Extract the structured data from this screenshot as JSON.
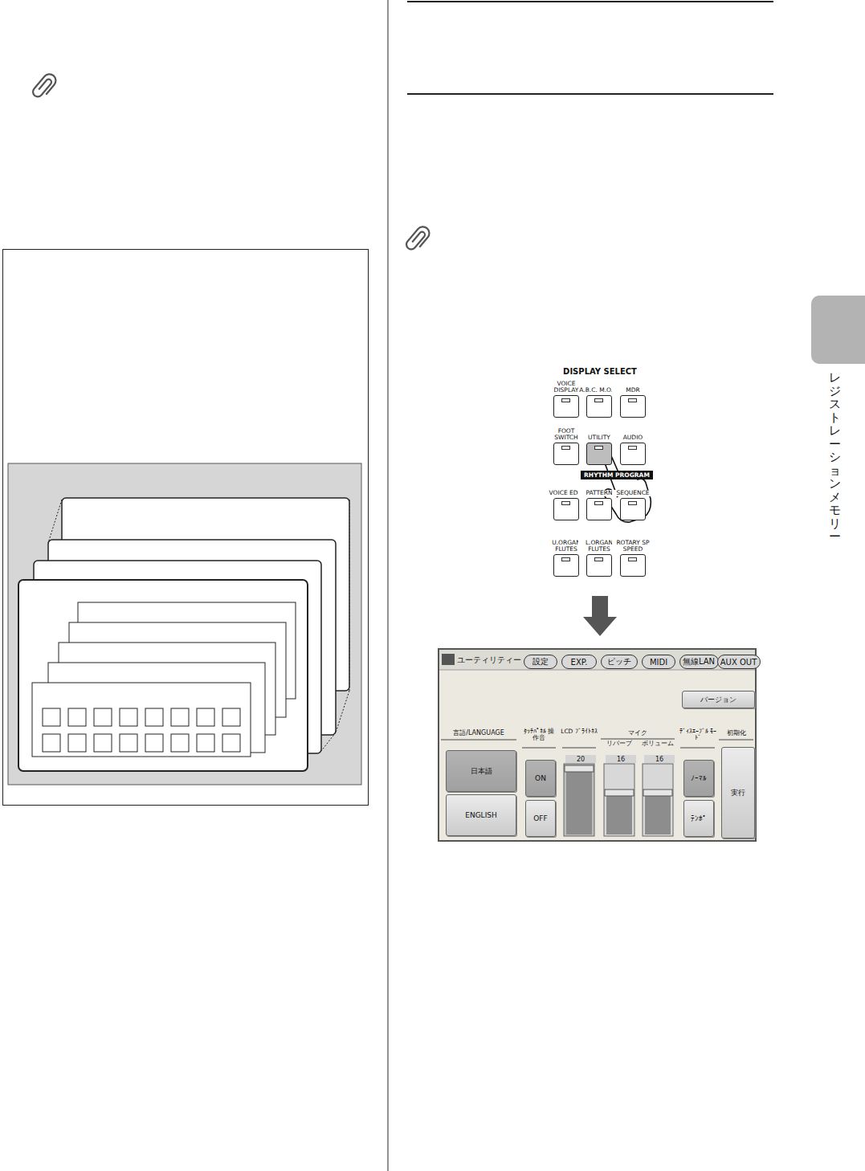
{
  "diagram": {
    "nodes": [
      {
        "text": [
          "VOICE DISPLAY"
        ]
      },
      {
        "text": [
          "A.B.C. M.O.C."
        ]
      },
      {
        "text": [
          "MDR"
        ]
      },
      {
        "text": [
          "FOOT SWITCH"
        ]
      },
      {
        "text": [
          "UTILITY"
        ]
      },
      {
        "text": [
          "AUDIO"
        ]
      },
      {
        "text": [
          "RHYTHM PROGRAM"
        ]
      },
      {
        "text": [
          "VOICE EDIT"
        ]
      },
      {
        "text": [
          "PATTERN"
        ]
      },
      {
        "text": [
          "SEQUENCE"
        ]
      },
      {
        "text": [
          "U.ORGAN FLUTES"
        ]
      },
      {
        "text": [
          "L.ORGAN FLUTES"
        ]
      },
      {
        "text": [
          "ROTARY SP SPEED"
        ]
      },
      {
        "text": [
          "ユーティリティー"
        ]
      },
      {
        "text": [
          "設定"
        ],
        "in": 13
      },
      {
        "text": [
          "EXP."
        ],
        "in": 13
      },
      {
        "text": [
          "ピッチ"
        ],
        "in": 13
      },
      {
        "text": [
          "MIDI"
        ],
        "in": 13
      },
      {
        "text": [
          "無線LAN"
        ],
        "in": 13
      },
      {
        "text": [
          "AUX OUT"
        ],
        "in": 13
      },
      {
        "text": [
          "バージョン"
        ],
        "in": 13
      },
      {
        "text": [
          "日本語"
        ],
        "in": 13
      },
      {
        "text": [
          "ENGLISH"
        ],
        "in": 13
      },
      {
        "text": [
          "ON"
        ],
        "in": 13
      },
      {
        "text": [
          "OFF"
        ],
        "in": 13
      },
      {
        "text": [
          "20"
        ],
        "in": 13
      },
      {
        "text": [
          "16"
        ],
        "in": 13
      },
      {
        "text": [
          "16"
        ],
        "in": 13
      },
      {
        "text": [
          "ﾉｰﾏﾙ"
        ],
        "in": 13
      },
      {
        "text": [
          "ﾃﾝﾎﾟ"
        ],
        "in": 13
      },
      {
        "text": [
          "実行"
        ],
        "in": 13
      }
    ],
    "labels": [
      "DISPLAY SELECT",
      "言語/LANGUAGE",
      "ﾀｯﾁﾊﾟﾈﾙ 操作音",
      "LCD ﾌﾞﾗｲﾄﾈｽ",
      "マイク",
      "リバーブ",
      "ボリューム",
      "ﾃﾞｨｽｴｰﾌﾞﾙ ﾓｰﾄﾞ",
      "初期化",
      "レジストレーションメモリー"
    ]
  }
}
